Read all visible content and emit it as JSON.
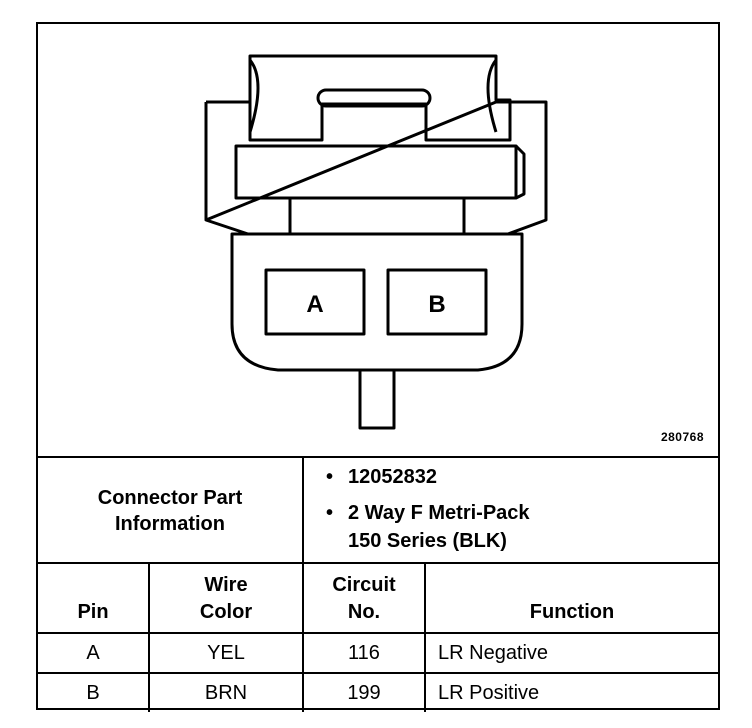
{
  "figure_number": "280768",
  "connector": {
    "pins": [
      {
        "letter": "A"
      },
      {
        "letter": "B"
      }
    ]
  },
  "part_info": {
    "label_line1": "Connector Part",
    "label_line2": "Information",
    "bullet": "•",
    "part_number": "12052832",
    "description_line1": "2 Way F Metri-Pack",
    "description_line2": "150 Series (BLK)"
  },
  "table": {
    "headers": {
      "pin": "Pin",
      "wire_color_line1": "Wire",
      "wire_color_line2": "Color",
      "circuit_line1": "Circuit",
      "circuit_line2": "No.",
      "function": "Function"
    },
    "rows": [
      {
        "pin": "A",
        "wire_color": "YEL",
        "circuit": "116",
        "function": "LR Negative"
      },
      {
        "pin": "B",
        "wire_color": "BRN",
        "circuit": "199",
        "function": "LR Positive"
      }
    ]
  }
}
